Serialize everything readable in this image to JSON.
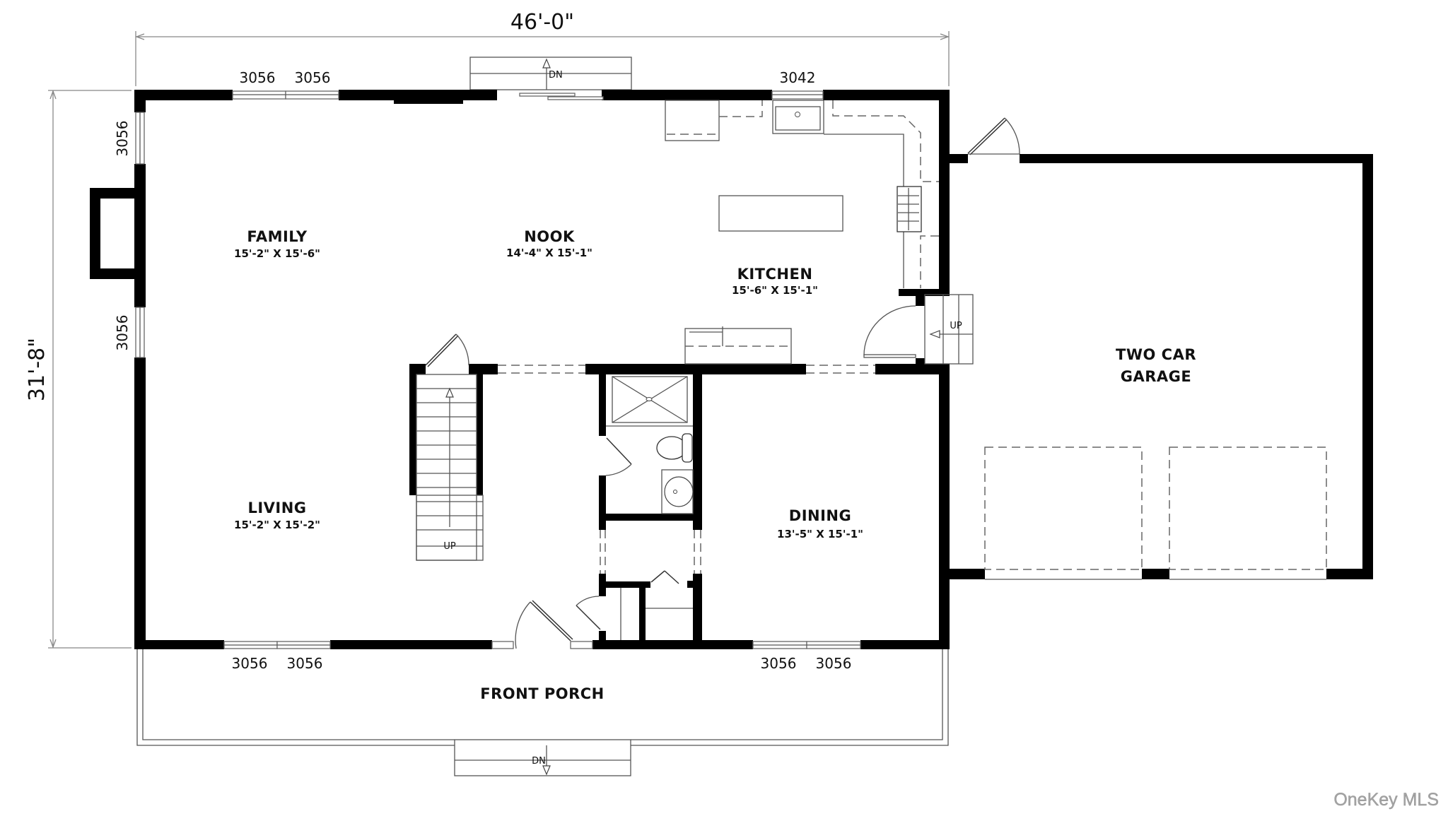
{
  "plan": {
    "overall_width": "46'-0\"",
    "overall_depth": "31'-8\""
  },
  "rooms": {
    "family": {
      "name": "FAMILY",
      "size": "15'-2\" X 15'-6\""
    },
    "nook": {
      "name": "NOOK",
      "size": "14'-4\" X 15'-1\""
    },
    "kitchen": {
      "name": "KITCHEN",
      "size": "15'-6\" X 15'-1\""
    },
    "living": {
      "name": "LIVING",
      "size": "15'-2\" X 15'-2\""
    },
    "dining": {
      "name": "DINING",
      "size": "13'-5\" X 15'-1\""
    },
    "garage": {
      "name_line1": "TWO CAR",
      "name_line2": "GARAGE"
    },
    "porch": {
      "name": "FRONT PORCH"
    }
  },
  "windows": {
    "top_family_1": "3056",
    "top_family_2": "3056",
    "top_kitchen": "3042",
    "left_upper": "3056",
    "left_lower": "3056",
    "bottom_living_1": "3056",
    "bottom_living_2": "3056",
    "bottom_dining_1": "3056",
    "bottom_dining_2": "3056"
  },
  "stairs": {
    "back_step": "DN",
    "main_stair": "UP",
    "garage_step": "UP",
    "front_step": "DN"
  },
  "watermark": "OneKey MLS"
}
